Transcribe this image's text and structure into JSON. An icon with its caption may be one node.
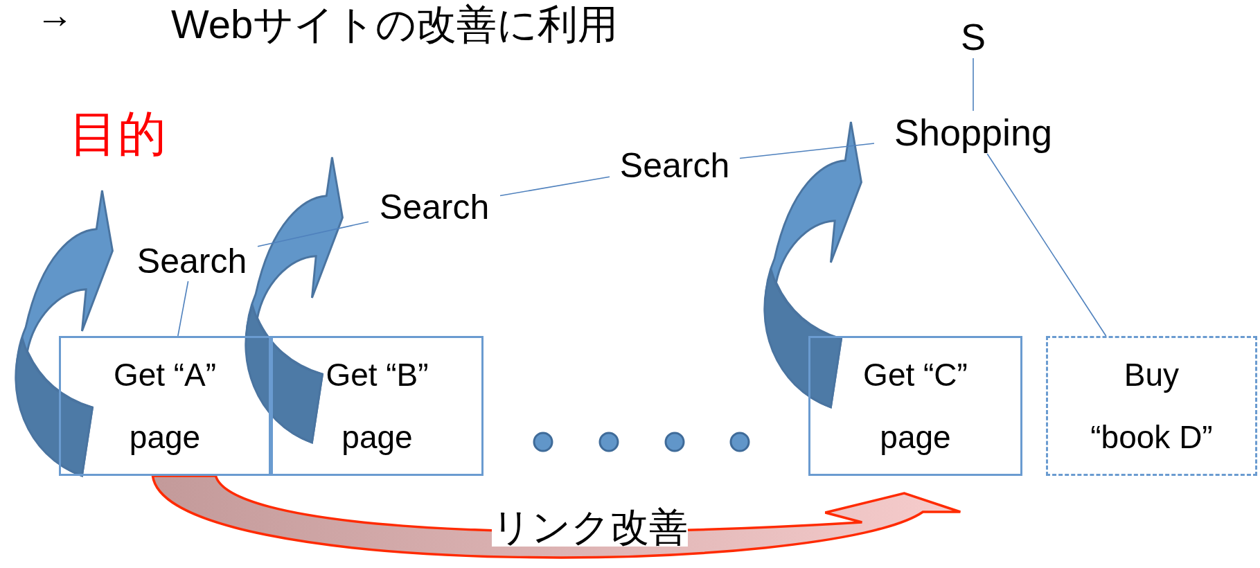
{
  "diagram": {
    "nodes": [
      {
        "text": [
          "S"
        ]
      },
      {
        "text": [
          "Shopping"
        ]
      },
      {
        "text": [
          "Search"
        ]
      },
      {
        "text": [
          "Search"
        ]
      },
      {
        "text": [
          "Search"
        ]
      },
      {
        "text": [
          "Get “A” page"
        ]
      },
      {
        "text": [
          "Get “B” page"
        ]
      },
      {
        "text": [
          "Get “C” page"
        ]
      },
      {
        "text": [
          "Buy “book D”"
        ]
      }
    ],
    "edges": [
      {
        "from": 0,
        "to": 1,
        "arrow": "none"
      },
      {
        "from": 1,
        "to": 2,
        "arrow": "none"
      },
      {
        "from": 2,
        "to": 3,
        "arrow": "none"
      },
      {
        "from": 3,
        "to": 4,
        "arrow": "none"
      },
      {
        "from": 4,
        "to": 5,
        "arrow": "none"
      },
      {
        "from": 1,
        "to": 8,
        "arrow": "none"
      },
      {
        "from": 5,
        "to": 7,
        "arrow": "to",
        "label": "リンク改善",
        "style": "thick",
        "color": "#ff2a00"
      }
    ],
    "labels": [
      "→",
      "Webサイトの改善に利用",
      "目的"
    ]
  }
}
